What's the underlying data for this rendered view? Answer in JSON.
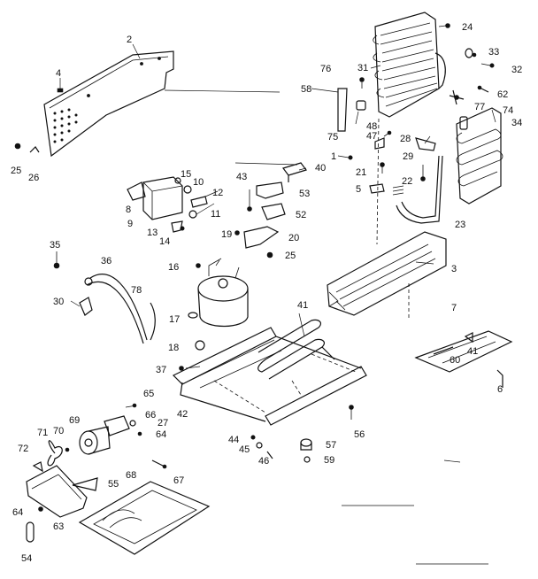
{
  "diagram": {
    "callouts": [
      {
        "id": "c2",
        "label": "2"
      },
      {
        "id": "c4",
        "label": "4"
      },
      {
        "id": "c25a",
        "label": "25"
      },
      {
        "id": "c26",
        "label": "26"
      },
      {
        "id": "c24",
        "label": "24"
      },
      {
        "id": "c33",
        "label": "33"
      },
      {
        "id": "c32",
        "label": "32"
      },
      {
        "id": "c31",
        "label": "31"
      },
      {
        "id": "c76",
        "label": "76"
      },
      {
        "id": "c58",
        "label": "58"
      },
      {
        "id": "c62",
        "label": "62"
      },
      {
        "id": "c77",
        "label": "77"
      },
      {
        "id": "c74",
        "label": "74"
      },
      {
        "id": "c34",
        "label": "34"
      },
      {
        "id": "c75",
        "label": "75"
      },
      {
        "id": "c48",
        "label": "48"
      },
      {
        "id": "c47",
        "label": "47"
      },
      {
        "id": "c28",
        "label": "28"
      },
      {
        "id": "c29",
        "label": "29"
      },
      {
        "id": "c1",
        "label": "1"
      },
      {
        "id": "c21",
        "label": "21"
      },
      {
        "id": "c40",
        "label": "40"
      },
      {
        "id": "c15",
        "label": "15"
      },
      {
        "id": "c10",
        "label": "10"
      },
      {
        "id": "c12",
        "label": "12"
      },
      {
        "id": "c8",
        "label": "8"
      },
      {
        "id": "c11",
        "label": "11"
      },
      {
        "id": "c9",
        "label": "9"
      },
      {
        "id": "c43",
        "label": "43"
      },
      {
        "id": "c53",
        "label": "53"
      },
      {
        "id": "c5",
        "label": "5"
      },
      {
        "id": "c22",
        "label": "22"
      },
      {
        "id": "c52",
        "label": "52"
      },
      {
        "id": "c23",
        "label": "23"
      },
      {
        "id": "c13",
        "label": "13"
      },
      {
        "id": "c14",
        "label": "14"
      },
      {
        "id": "c19",
        "label": "19"
      },
      {
        "id": "c20",
        "label": "20"
      },
      {
        "id": "c35",
        "label": "35"
      },
      {
        "id": "c25b",
        "label": "25"
      },
      {
        "id": "c36",
        "label": "36"
      },
      {
        "id": "c16",
        "label": "16"
      },
      {
        "id": "c3",
        "label": "3"
      },
      {
        "id": "c30",
        "label": "30"
      },
      {
        "id": "c78",
        "label": "78"
      },
      {
        "id": "c41a",
        "label": "41"
      },
      {
        "id": "c7",
        "label": "7"
      },
      {
        "id": "c17",
        "label": "17"
      },
      {
        "id": "c18",
        "label": "18"
      },
      {
        "id": "c60",
        "label": "60"
      },
      {
        "id": "c41b",
        "label": "41"
      },
      {
        "id": "c37",
        "label": "37"
      },
      {
        "id": "c6",
        "label": "6"
      },
      {
        "id": "c65",
        "label": "65"
      },
      {
        "id": "c42",
        "label": "42"
      },
      {
        "id": "c66",
        "label": "66"
      },
      {
        "id": "c27",
        "label": "27"
      },
      {
        "id": "c69",
        "label": "69"
      },
      {
        "id": "c64a",
        "label": "64"
      },
      {
        "id": "c71",
        "label": "71"
      },
      {
        "id": "c70",
        "label": "70"
      },
      {
        "id": "c56",
        "label": "56"
      },
      {
        "id": "c44",
        "label": "44"
      },
      {
        "id": "c57",
        "label": "57"
      },
      {
        "id": "c45",
        "label": "45"
      },
      {
        "id": "c72",
        "label": "72"
      },
      {
        "id": "c46",
        "label": "46"
      },
      {
        "id": "c59",
        "label": "59"
      },
      {
        "id": "c67",
        "label": "67"
      },
      {
        "id": "c68",
        "label": "68"
      },
      {
        "id": "c55",
        "label": "55"
      },
      {
        "id": "c64b",
        "label": "64"
      },
      {
        "id": "c63",
        "label": "63"
      },
      {
        "id": "c54",
        "label": "54"
      }
    ]
  }
}
